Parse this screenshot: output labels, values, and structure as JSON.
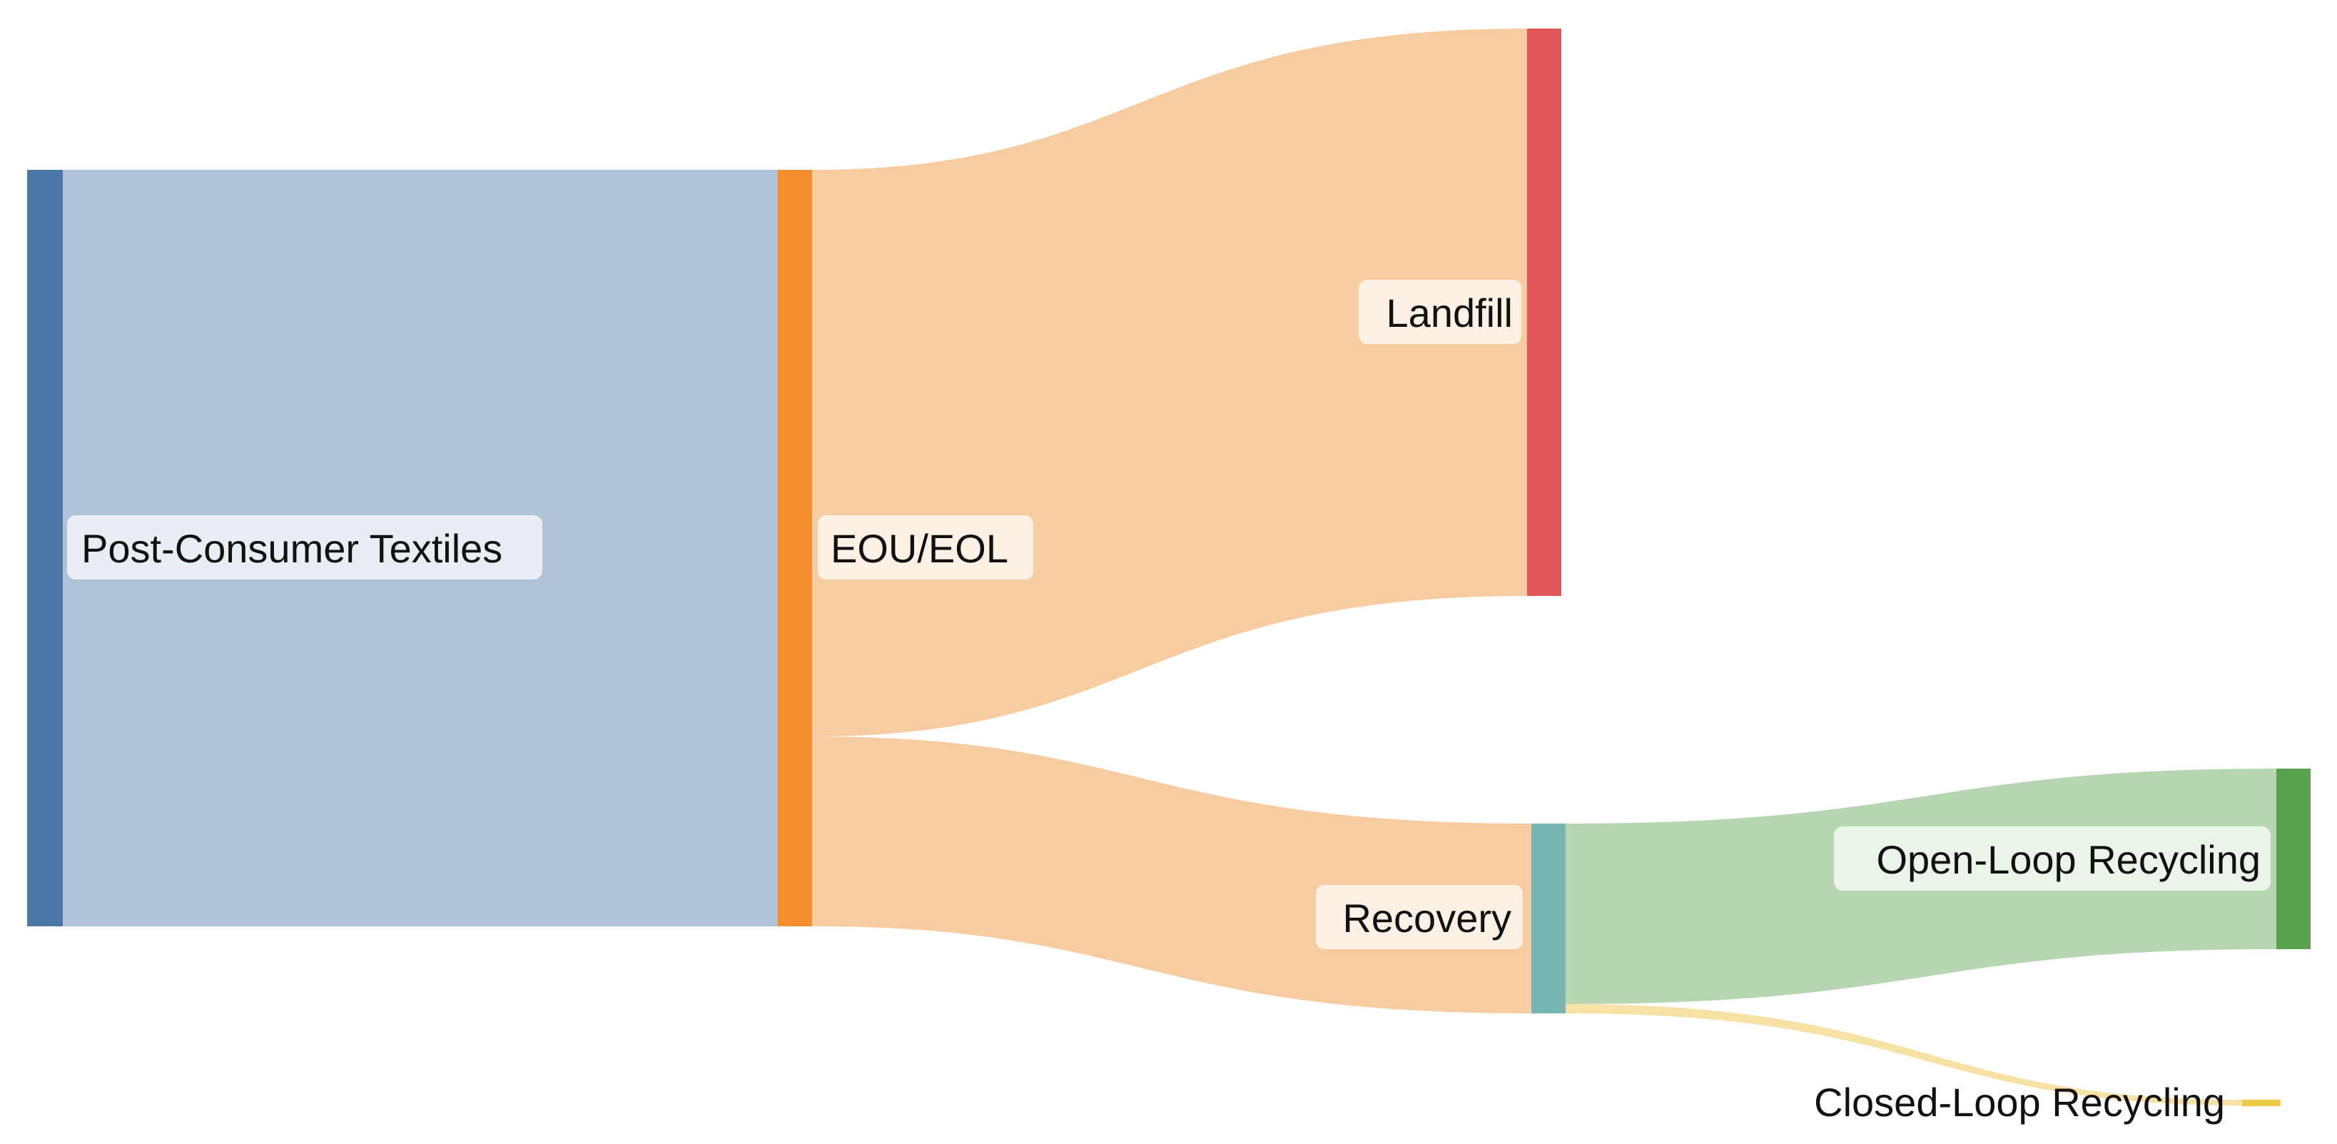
{
  "nodes": [
    {
      "id": "post",
      "label": "Post-Consumer Textiles",
      "color": "#4C78A8"
    },
    {
      "id": "eou",
      "label": "EOU/EOL",
      "color": "#F28E2B"
    },
    {
      "id": "land",
      "label": "Landfill",
      "color": "#E15759"
    },
    {
      "id": "rec",
      "label": "Recovery",
      "color": "#76B7B2"
    },
    {
      "id": "open",
      "label": "Open-Loop Recycling",
      "color": "#59A14F"
    },
    {
      "id": "closed",
      "label": "Closed-Loop Recycling",
      "color": "#EDC948"
    }
  ],
  "links": [
    {
      "source": "post",
      "target": "eou",
      "value": 100,
      "color": "#AEC3D8"
    },
    {
      "source": "eou",
      "target": "land",
      "value": 75,
      "color": "#F8CCA1"
    },
    {
      "source": "eou",
      "target": "rec",
      "value": 25,
      "color": "#F8CCA1"
    },
    {
      "source": "rec",
      "target": "open",
      "value": 24,
      "color": "#B6D6B1"
    },
    {
      "source": "rec",
      "target": "closed",
      "value": 1,
      "color": "#F7E2A6"
    }
  ]
}
